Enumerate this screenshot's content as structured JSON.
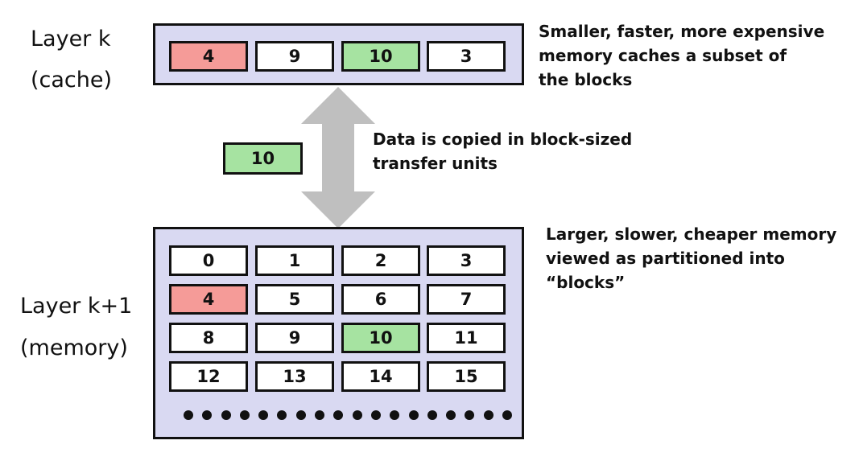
{
  "cache_layer": {
    "title": "Layer k",
    "subtitle": "(cache)",
    "blocks": [
      {
        "label": "4",
        "highlight": "red"
      },
      {
        "label": "9",
        "highlight": "none"
      },
      {
        "label": "10",
        "highlight": "green"
      },
      {
        "label": "3",
        "highlight": "none"
      }
    ]
  },
  "memory_layer": {
    "title": "Layer k+1",
    "subtitle": "(memory)",
    "rows": [
      [
        {
          "label": "0",
          "highlight": "none"
        },
        {
          "label": "1",
          "highlight": "none"
        },
        {
          "label": "2",
          "highlight": "none"
        },
        {
          "label": "3",
          "highlight": "none"
        }
      ],
      [
        {
          "label": "4",
          "highlight": "red"
        },
        {
          "label": "5",
          "highlight": "none"
        },
        {
          "label": "6",
          "highlight": "none"
        },
        {
          "label": "7",
          "highlight": "none"
        }
      ],
      [
        {
          "label": "8",
          "highlight": "none"
        },
        {
          "label": "9",
          "highlight": "none"
        },
        {
          "label": "10",
          "highlight": "green"
        },
        {
          "label": "11",
          "highlight": "none"
        }
      ],
      [
        {
          "label": "12",
          "highlight": "none"
        },
        {
          "label": "13",
          "highlight": "none"
        },
        {
          "label": "14",
          "highlight": "none"
        },
        {
          "label": "15",
          "highlight": "none"
        }
      ]
    ],
    "ellipsis_dot_count": 18
  },
  "transfer": {
    "block_label": "10",
    "block_highlight": "green",
    "description": "Data is copied in block-sized\ntransfer units"
  },
  "cache_description": "Smaller, faster, more expensive\nmemory caches a  subset of\nthe blocks",
  "memory_description": "Larger, slower, cheaper memory\nviewed as partitioned into “blocks”",
  "colors": {
    "panel_fill": "#d9d9f2",
    "highlight_red": "#f59b98",
    "highlight_green": "#a6e3a1",
    "arrow_gray": "#bfbfbf",
    "border": "#111111"
  }
}
